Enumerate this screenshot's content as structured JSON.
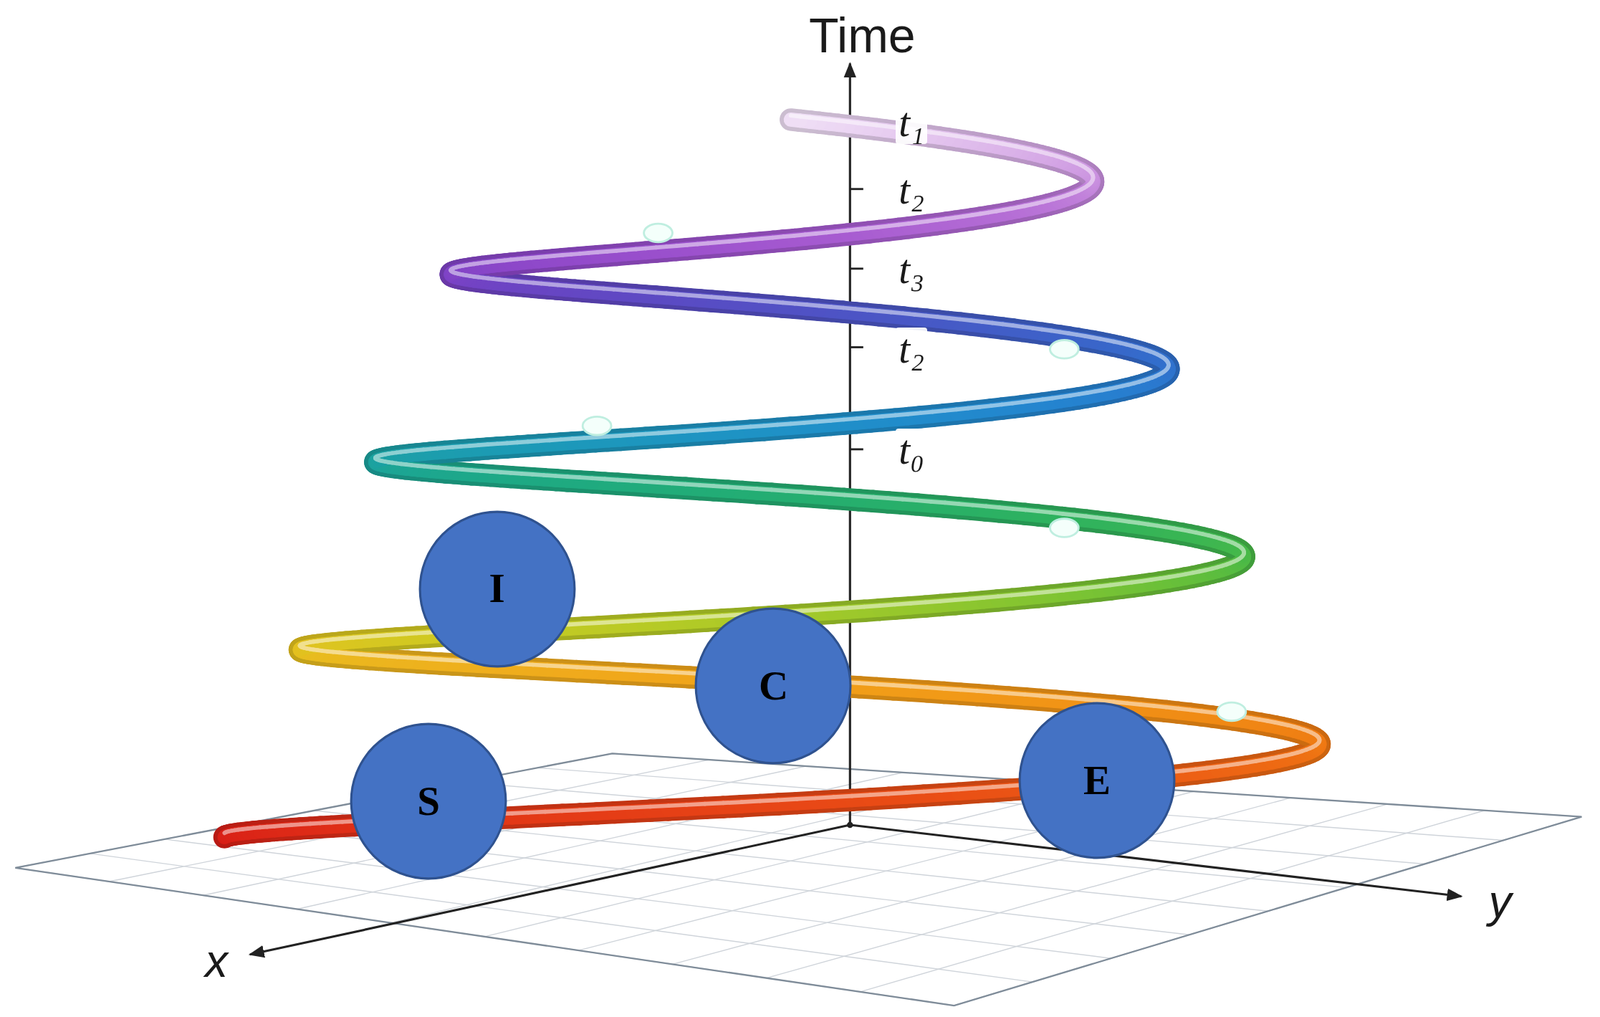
{
  "diagram": {
    "nodes": [
      {
        "text": [
          "I"
        ]
      },
      {
        "text": [
          "C"
        ]
      },
      {
        "text": [
          "E"
        ]
      },
      {
        "text": [
          "S"
        ]
      }
    ],
    "labels": [
      "Time",
      "t₁",
      "t₂",
      "t₃",
      "t₂",
      "t₀",
      "x",
      "y"
    ]
  }
}
